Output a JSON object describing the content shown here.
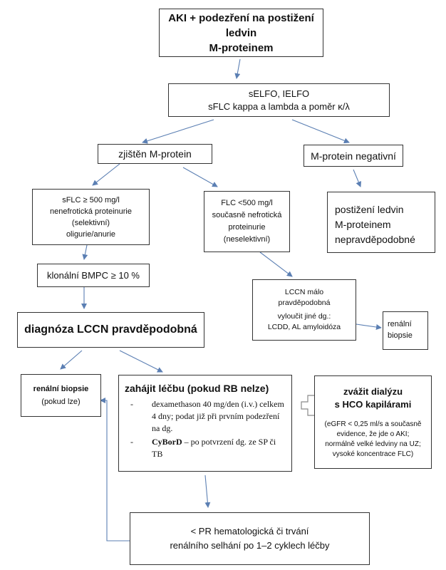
{
  "nodes": {
    "aki": [
      "AKI + podezření na postižení ledvin",
      "M-proteinem"
    ],
    "tests": [
      "sELFO, IELFO",
      "sFLC kappa a lambda a poměr κ/λ"
    ],
    "found": "zjištěn M-protein",
    "negative": "M-protein negativní",
    "unlikely": [
      "postižení ledvin",
      "M-proteinem",
      "nepravděpodobné"
    ],
    "sflc_high": [
      "sFLC ≥ 500 mg/l",
      "nenefrotická proteinurie",
      "(selektivní)",
      "oligurie/anurie"
    ],
    "flc_low": [
      "FLC <500 mg/l",
      "současně nefrotická",
      "proteinurie",
      "(neselektivní)"
    ],
    "bmpc": "klonální BMPC ≥ 10 %",
    "lccn_unlikely": [
      "LCCN málo",
      "pravděpodobná",
      "vyloučit jiné dg.:",
      "LCDD, AL amyloidóza"
    ],
    "biopsy_small": [
      "renální",
      "biopsie"
    ],
    "diagnosis": "diagnóza LCCN pravděpodobná",
    "biopsy_left": [
      "renální biopsie",
      "(pokud lze)"
    ],
    "treatment": {
      "title": "zahájit léčbu",
      "title_note": "(pokud RB nelze)",
      "items": [
        {
          "prefix": "",
          "text": "dexamethason 40 mg/den (i.v.) celkem 4 dny; podat již při prvním podezření na dg."
        },
        {
          "prefix": "CyBorD",
          "text": " – po potvrzení dg. ze SP či TB"
        }
      ]
    },
    "dialysis": {
      "title": [
        "zvážit dialýzu",
        "s HCO kapilárami"
      ],
      "note": [
        "(eGFR < 0,25 ml/s a současně",
        "evidence, že jde o AKI;",
        "normálně velké ledviny na UZ;",
        "vysoké koncentrace FLC)"
      ]
    },
    "pr": [
      "< PR hematologická či trvání",
      "renálního selhání po 1–2 cyklech léčby"
    ]
  },
  "colors": {
    "arrow": "#5b7fb3",
    "border": "#333333",
    "plus": "#8a8a8a"
  }
}
